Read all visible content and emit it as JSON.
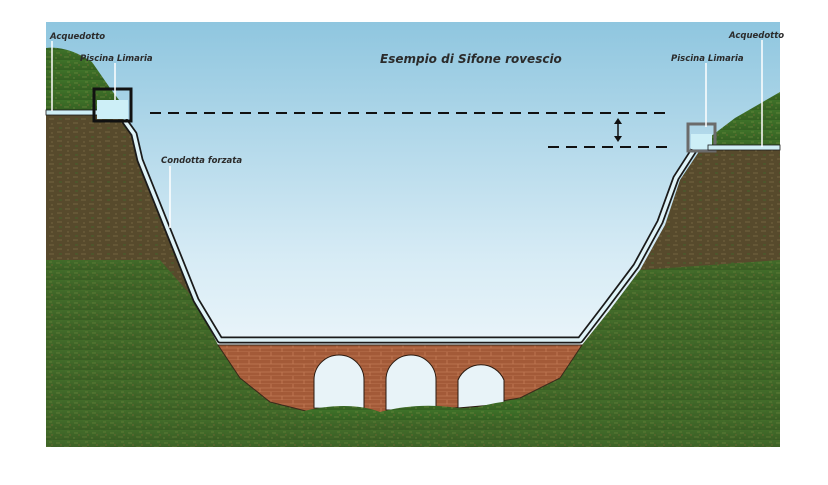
{
  "diagram": {
    "title": "Esempio di Sifone rovescio",
    "labels": {
      "aqueduct_left": "Acquedotto",
      "tank_left": "Piscina Limaria",
      "pipe": "Condotta forzata",
      "tank_right": "Piscina Limaria",
      "aqueduct_right": "Acquedotto"
    },
    "bridge_arch_count": 3,
    "colors": {
      "sky_top": "#9fcde3",
      "sky_bottom": "#ffffff",
      "ground": "#3a6a28",
      "ground_dark": "#2f5a20",
      "soil": "#5a4a2e",
      "water": "#bfe7f0",
      "brick": "#a65a3a",
      "pipe_outline": "#1a1a1a"
    }
  }
}
